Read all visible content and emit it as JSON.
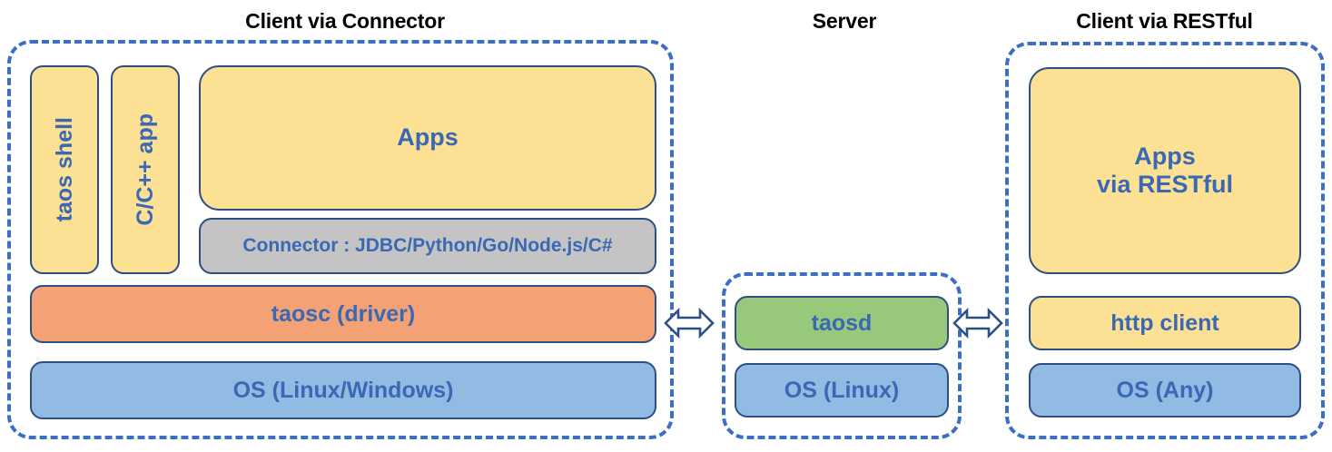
{
  "sections": [
    {
      "id": "client-connector",
      "title": "Client via Connector",
      "nodes": [
        {
          "name": "taos-shell",
          "label": "taos shell",
          "color": "yellow",
          "orientation": "vertical"
        },
        {
          "name": "cpp-app",
          "label": "C/C++ app",
          "color": "yellow",
          "orientation": "vertical"
        },
        {
          "name": "apps",
          "label": "Apps",
          "color": "yellow",
          "orientation": "horizontal"
        },
        {
          "name": "connector",
          "label": "Connector : JDBC/Python/Go/Node.js/C#",
          "color": "gray",
          "orientation": "horizontal"
        },
        {
          "name": "taosc",
          "label": "taosc (driver)",
          "color": "orange",
          "orientation": "horizontal"
        },
        {
          "name": "os",
          "label": "OS (Linux/Windows)",
          "color": "blue",
          "orientation": "horizontal"
        }
      ]
    },
    {
      "id": "server",
      "title": "Server",
      "nodes": [
        {
          "name": "taosd",
          "label": "taosd",
          "color": "green",
          "orientation": "horizontal"
        },
        {
          "name": "os",
          "label": "OS (Linux)",
          "color": "blue",
          "orientation": "horizontal"
        }
      ]
    },
    {
      "id": "client-restful",
      "title": "Client via RESTful",
      "nodes": [
        {
          "name": "apps",
          "label_line1": "Apps",
          "label_line2": "via RESTful",
          "color": "yellow",
          "orientation": "horizontal"
        },
        {
          "name": "http-client",
          "label": "http client",
          "color": "yellow",
          "orientation": "horizontal"
        },
        {
          "name": "os",
          "label": "OS (Any)",
          "color": "blue",
          "orientation": "horizontal"
        }
      ]
    }
  ],
  "connectors": [
    {
      "name": "connector-client-to-server",
      "icon": "double-arrow-horizontal-icon"
    },
    {
      "name": "connector-server-to-restful",
      "icon": "double-arrow-horizontal-icon"
    }
  ],
  "colors": {
    "yellow": "#FCE093",
    "orange": "#F3A175",
    "blue": "#92BBE3",
    "green": "#97C87C",
    "gray": "#C4C4C4",
    "box_border": "#2E4F84",
    "panel_dash": "#3B6FC4",
    "label_text": "#3A68B4",
    "title_text": "#000000",
    "background": "#FFFFFF"
  }
}
